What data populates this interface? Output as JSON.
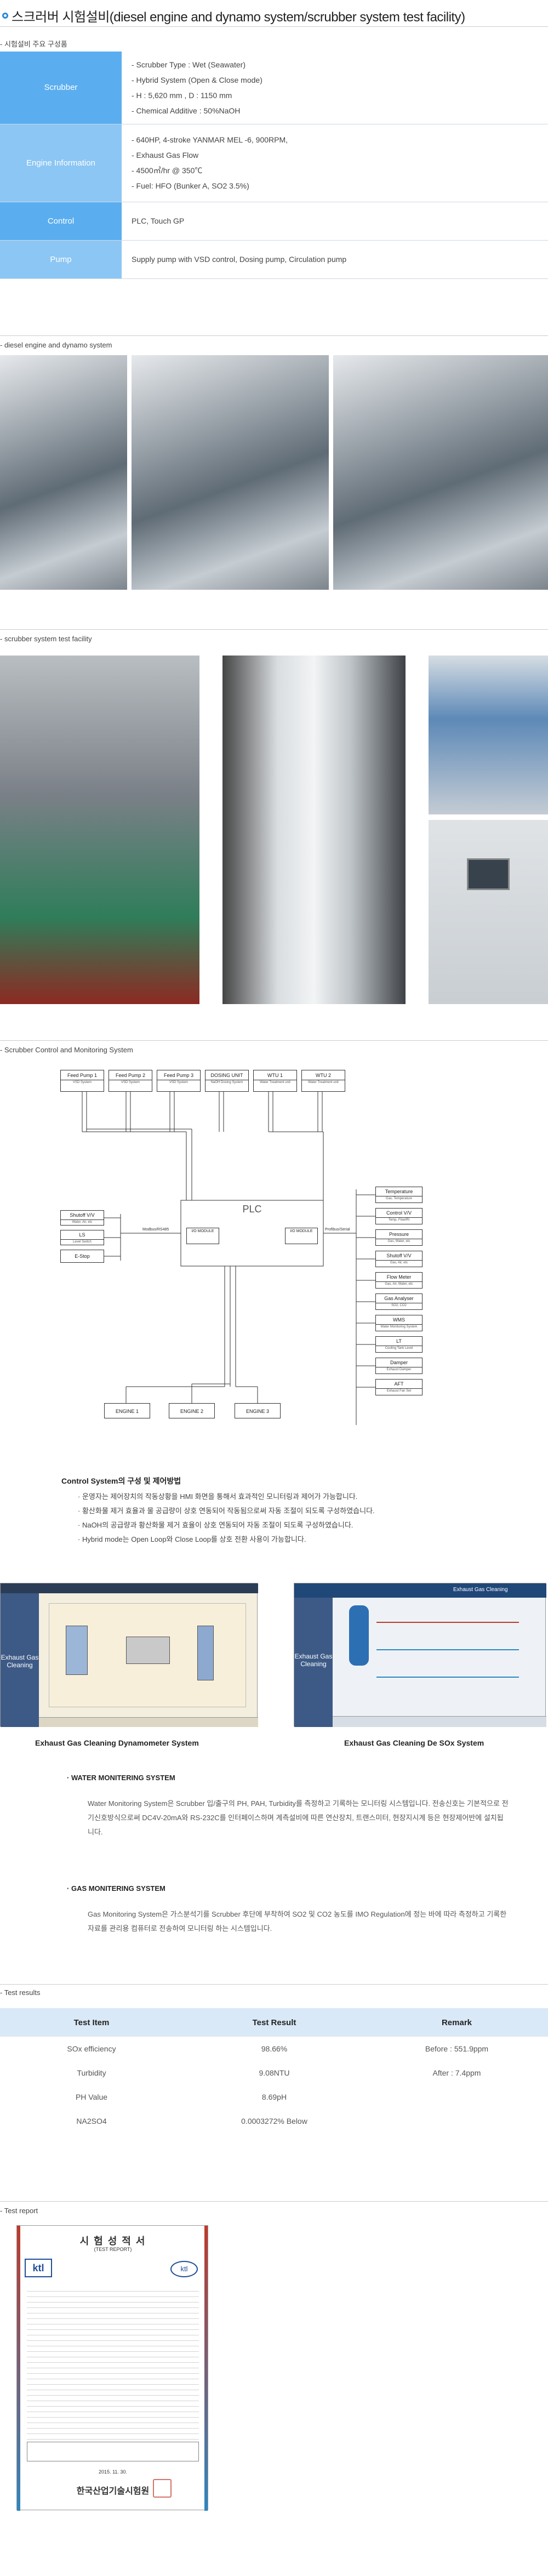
{
  "page_title": "스크러버 시험설비(diesel engine and dynamo system/scrubber system test facility)",
  "section_main_equipment": "- 시험설비 주요 구성품",
  "spec_rows": [
    {
      "label": "Scrubber",
      "lines": [
        "- Scrubber Type : Wet (Seawater)",
        "- Hybrid System (Open & Close mode)",
        "- H : 5,620 mm , D : 1150 mm",
        "- Chemical Additive : 50%NaOH"
      ]
    },
    {
      "label": "Engine Information",
      "lines": [
        "- 640HP, 4-stroke YANMAR MEL -6, 900RPM,",
        "- Exhaust Gas Flow",
        "- 4500㎥/hr @ 350℃",
        "- Fuel: HFO (Bunker A, SO2 3.5%)"
      ]
    },
    {
      "label": "Control",
      "lines": [
        "PLC, Touch GP"
      ]
    },
    {
      "label": "Pump",
      "lines": [
        "Supply pump with VSD control, Dosing pump, Circulation pump"
      ]
    }
  ],
  "section_engine": "- diesel engine and dynamo system",
  "section_scrubber": "- scrubber system test facility",
  "section_control": "- Scrubber Control and Monitoring System",
  "diagram": {
    "plc": "PLC",
    "pumps": [
      {
        "name": "Feed Pump 1",
        "sub": "VSD System"
      },
      {
        "name": "Feed Pump 2",
        "sub": "VSD System"
      },
      {
        "name": "Feed Pump 3",
        "sub": "VSD System"
      },
      {
        "name": "DOSING UNIT",
        "sub": "NaOH Dosing System"
      },
      {
        "name": "WTU 1",
        "sub": "Water Treatment unit"
      },
      {
        "name": "WTU 2",
        "sub": "Water Treatment unit"
      }
    ],
    "right": [
      {
        "name": "Temperature",
        "sub": "Gas, Temperature"
      },
      {
        "name": "Control V/V",
        "sub": "Temp, Flow/Rt"
      },
      {
        "name": "Pressure",
        "sub": "Gas, Water, etc"
      },
      {
        "name": "Shutoff V/V",
        "sub": "Gas, Air, etc"
      },
      {
        "name": "Flow Meter",
        "sub": "Gas, Air, Water, etc"
      },
      {
        "name": "Gas Analyser",
        "sub": "SO2, CO2"
      },
      {
        "name": "WMS",
        "sub": "Water Monitoring System"
      },
      {
        "name": "LT",
        "sub": "Cooling Tank Level"
      },
      {
        "name": "Damper",
        "sub": "Exhaust Damper"
      },
      {
        "name": "AFT",
        "sub": "Exhaust Fan Set"
      }
    ],
    "left": [
      {
        "name": "Shutoff V/V",
        "sub": "Water, Air, etc"
      },
      {
        "name": "LS",
        "sub": "Level Switch"
      },
      {
        "name": "E-Stop",
        "sub": ""
      }
    ],
    "engines": [
      "ENGINE 1",
      "ENGINE 2",
      "ENGINE 3"
    ],
    "plc_left_label": "Modbus/RS485",
    "plc_right_label": "Profibus/Serial",
    "io_left": "I/O MODULE",
    "io_right": "I/O MODULE"
  },
  "control_heading": "Control System의 구성 및 제어방법",
  "control_bullets": [
    "운영자는 제어장치의 작동상황을 HMI 화면을 통해서 효과적인 모니터링과 제어가 가능합니다.",
    "황산화물 제거 효율과 물 공급량이 상호 연동되어 작동됨으로써 자동 조절이 되도록 구성하였습니다.",
    "NaOH의 공급량과 황산화물 제거 효율이 상호 연동되어 자동 조절이 되도록 구성하였습니다.",
    "Hybrid mode는 Open Loop와 Close Loop를 상호 전환 사용이 가능합니다."
  ],
  "screen_left_label": "Exhaust Gas Cleaning Dynamometer System",
  "screen_right_label": "Exhaust Gas Cleaning De SOx System",
  "screen_side_text": "Exhaust Gas Cleaning",
  "screen_header": "Exhaust Gas Cleaning",
  "wms_heading": "WATER MONITERING SYSTEM",
  "wms_text": "Water Monitoring System은 Scrubber 입/출구의 PH, PAH, Turbidity를 측정하고 기록하는 모니터링 시스템입니다. 전송신호는 기본적으로 전기신호방식으로써 DC4V-20mA와 RS-232C를 인터페이스하며 계측설비에 따른 연산장치, 트랜스미터, 현장지시계 등은 현장제어반에 설치됩니다.",
  "gms_heading": "GAS MONITERING SYSTEM",
  "gms_text": "Gas Monitoring System은 가스분석기를 Scrubber 후단에 부착하여 SO2 및 CO2 농도를 IMO Regulation에 정는 바에 따라 측정하고 기록한 자료를 관리용 컴퓨터로 전송하여 모니터링 하는 시스템입니다.",
  "section_results": "- Test results",
  "results": {
    "headers": [
      "Test Item",
      "Test Result",
      "Remark"
    ],
    "rows": [
      {
        "item": "SOx efficiency",
        "result": "98.66%",
        "remark": "Before : 551.9ppm"
      },
      {
        "item": "Turbidity",
        "result": "9.08NTU",
        "remark": "After : 7.4ppm"
      },
      {
        "item": "PH Value",
        "result": "8.69pH",
        "remark": ""
      },
      {
        "item": "NA2SO4",
        "result": "0.0003272% Below",
        "remark": ""
      }
    ]
  },
  "section_report": "- Test report",
  "report": {
    "title": "시 험 성 적 서",
    "subtitle": "(TEST REPORT)",
    "org": "한국산업기술시험원",
    "logo": "ktl",
    "date": "2015. 11. 30."
  },
  "colors": {
    "header_blue": "#5aaef0",
    "header_light": "#8cc6f4",
    "results_header": "#d9e9f7",
    "accent": "#2a8ad6"
  }
}
